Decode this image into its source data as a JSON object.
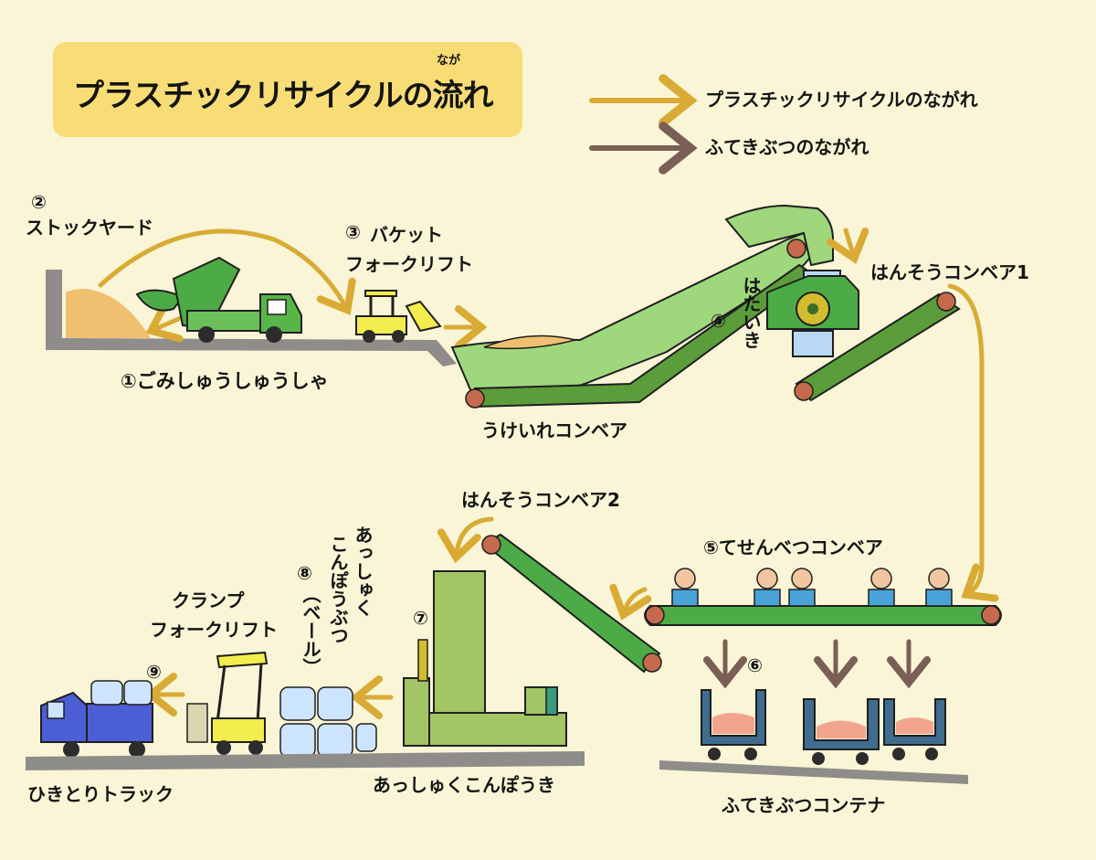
{
  "title": {
    "text": "プラスチックリサイクルの流れ",
    "ruby": "なが"
  },
  "legend": [
    {
      "label": "プラスチックリサイクルのながれ",
      "color": "#d9ab35"
    },
    {
      "label": "ふてきぶつのながれ",
      "color": "#7b5e55"
    }
  ],
  "labels": {
    "garbage_truck": "①ごみしゅうしゅうしゃ",
    "stockyard_num": "②",
    "stockyard": "ストックヤード",
    "bucket_num": "③",
    "bucket_line1": "バケット",
    "bucket_line2": "フォークリフト",
    "breaker_num": "④",
    "breaker": "はたいき",
    "transfer1": "はんそうコンベア1",
    "receiving": "うけいれコンベア",
    "transfer2": "はんそうコンベア2",
    "sorting": "⑤てせんべつコンベア",
    "container_num": "⑥",
    "container": "ふてきぶつコンテナ",
    "press_num": "⑦",
    "press": "あっしゅくこんぽうき",
    "bale_num": "⑧",
    "bale_line1": "あっしゅく",
    "bale_line2": "こんぽうぶつ",
    "bale_line3": "（ベール）",
    "clamp_line1": "クランプ",
    "clamp_line2": "フォークリフト",
    "pickup_num": "⑨",
    "pickup": "ひきとりトラック"
  },
  "colors": {
    "background": "#f9f5d6",
    "title_box": "#f8dd77",
    "conveyor_fill": "#9fd77d",
    "conveyor_dark": "#5a9d3a",
    "roller": "#c56a4d",
    "ground": "#8f8d8a",
    "recycle_arrow": "#d9ab35",
    "waste_arrow": "#7b5e55",
    "press_green": "#a4c564",
    "bale_blue": "#cde4ff",
    "container_blue": "#3f6c8f"
  }
}
